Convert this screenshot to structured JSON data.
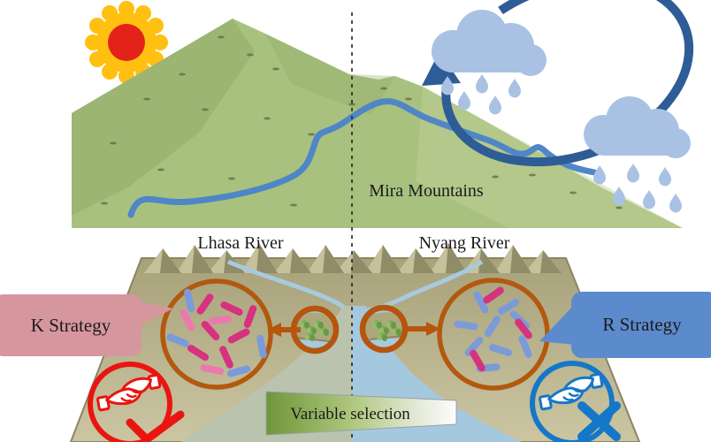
{
  "diagram": {
    "region_label": "Mira Mountains",
    "left_river": "Lhasa River",
    "right_river": "Nyang River",
    "left_strategy": "K Strategy",
    "right_strategy": "R Strategy",
    "gradient_label": "Variable selection"
  },
  "icons": {
    "sun": "sun-icon",
    "rain_clouds": "rain-cloud-icon",
    "water_cycle": "water-cycle-arrow-icon",
    "mountain_river": "mountain-river",
    "divider": "watershed-divider-dashed-line",
    "left_community": "k-strategy-bacteria-community",
    "right_community": "r-strategy-bacteria-community",
    "vegetation": "grass-patch",
    "left_outcome": "handshake-check-badge",
    "right_outcome": "handshake-cross-badge"
  },
  "colors": {
    "mountain_green": "#a9c17f",
    "river_blue": "#4f86c6",
    "cloud_blue": "#a9c2e4",
    "cycle_arrow_blue": "#2e5c96",
    "sun_yellow": "#ffc011",
    "sun_core_red": "#e3221a",
    "lowland_tan": "#b3ae88",
    "delta_water_blue": "#a4c8de",
    "delta_water_sage": "#b9c3ae",
    "circle_outline_brown": "#b3590f",
    "k_bubble_pink": "#d6969e",
    "r_bubble_blue": "#5b8bcd",
    "k_badge_red": "#ea1510",
    "r_badge_blue": "#1577c8",
    "magenta_rod": "#d6327f",
    "pink_rod": "#ec79ae",
    "blue_rod": "#7b9bd8",
    "selection_green": "#6f9639"
  }
}
